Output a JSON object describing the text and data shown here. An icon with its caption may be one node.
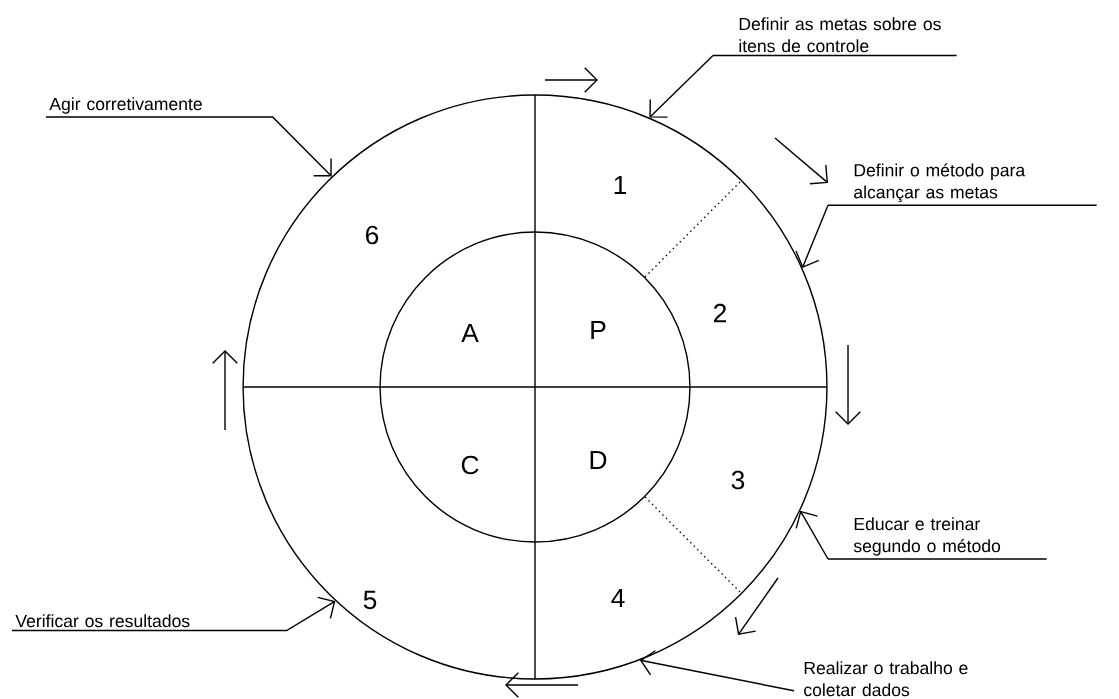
{
  "diagram": {
    "nodes": [
      {
        "text": [],
        "shape": "circle"
      },
      {
        "text": [],
        "shape": "circle",
        "in": 0
      },
      {
        "text": [
          "Definir as metas sobre os itens de controle"
        ]
      },
      {
        "text": [
          "Agir corretivamente"
        ]
      },
      {
        "text": [
          "Definir o método para alcançar as metas"
        ]
      },
      {
        "text": [
          "Educar e treinar segundo o método"
        ]
      },
      {
        "text": [
          "Verificar os resultados"
        ]
      },
      {
        "text": [
          "Realizar o trabalho e coletar dados"
        ]
      }
    ],
    "edges": [
      {
        "from": 2,
        "to": 0,
        "arrow": "to"
      },
      {
        "from": 3,
        "to": 0,
        "arrow": "to"
      },
      {
        "from": 4,
        "to": 0,
        "arrow": "to"
      },
      {
        "from": 5,
        "to": 0,
        "arrow": "to"
      },
      {
        "from": 6,
        "to": 0,
        "arrow": "to"
      },
      {
        "from": 7,
        "to": 0,
        "arrow": "to"
      }
    ],
    "labels": [
      "1",
      "6",
      "2",
      "A",
      "P",
      "C",
      "D",
      "3",
      "5",
      "4"
    ]
  }
}
